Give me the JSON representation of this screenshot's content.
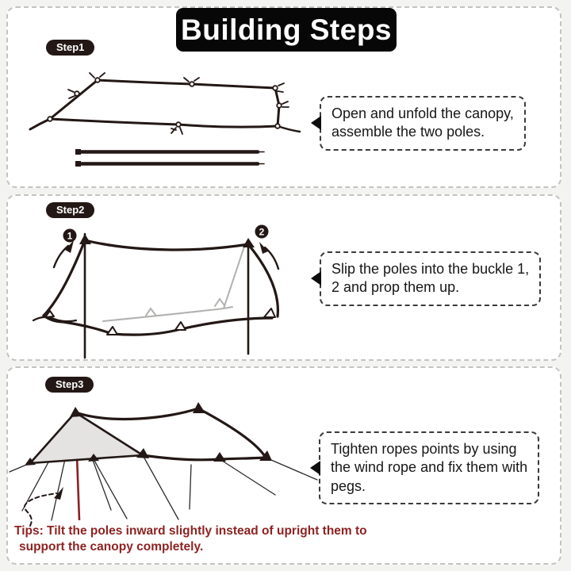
{
  "title": "Building Steps",
  "steps": [
    {
      "badge": "Step1",
      "callout_lines": [
        "Open and unfold the canopy,",
        "assemble the two poles."
      ]
    },
    {
      "badge": "Step2",
      "callout_lines": [
        "Slip the poles into the buckle 1,",
        "2 and prop them up."
      ],
      "markers": {
        "m1": "1",
        "m2": "2"
      }
    },
    {
      "badge": "Step3",
      "callout_lines": [
        "Tighten ropes points by using",
        "the wind rope and fix them with",
        "pegs."
      ]
    }
  ],
  "tips": {
    "line1": "Tips: Tilt the poles inward slightly instead of upright them to",
    "line2": "support the canopy completely."
  },
  "colors": {
    "ink": "#231815",
    "gray_line": "#b3b1af",
    "tip_red": "#8e2222",
    "canopy_fill": "#e4e3e1",
    "panel_border": "#c3c3c0"
  }
}
